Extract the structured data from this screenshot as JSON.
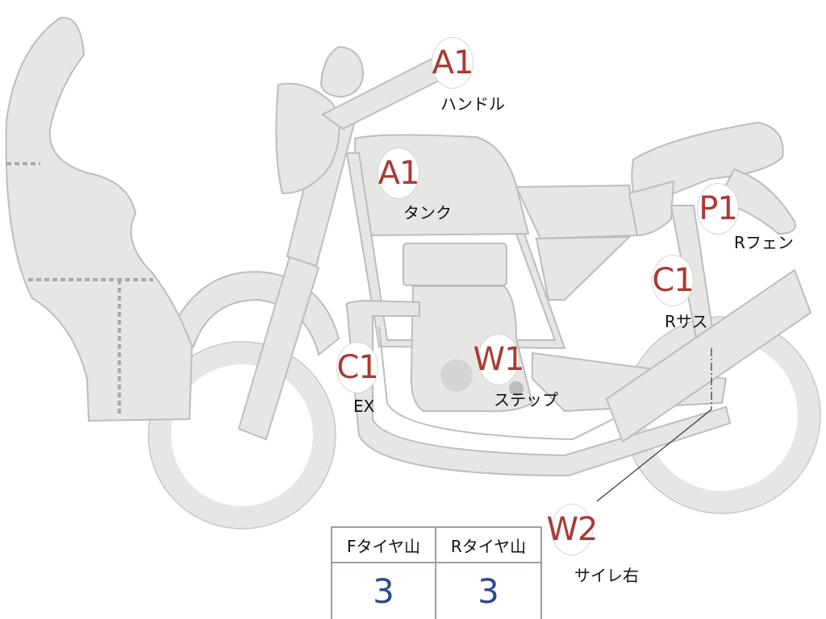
{
  "markers": [
    {
      "code": "A1",
      "label": "ハンドル"
    },
    {
      "code": "A1",
      "label": "タンク"
    },
    {
      "code": "P1",
      "label": "Rフェン"
    },
    {
      "code": "C1",
      "label": "Rサス"
    },
    {
      "code": "C1",
      "label": "EX"
    },
    {
      "code": "W1",
      "label": "ステップ"
    },
    {
      "code": "W2",
      "label": "サイレ右"
    }
  ],
  "tire_table": {
    "front_header": "Fタイヤ山",
    "rear_header": "Rタイヤ山",
    "front_value": "3",
    "rear_value": "3"
  },
  "colors": {
    "part_fill": "#e6e6e4",
    "part_stroke": "#bdbdbd",
    "marker_text": "#a93a34",
    "value_text": "#2e4a8e"
  }
}
